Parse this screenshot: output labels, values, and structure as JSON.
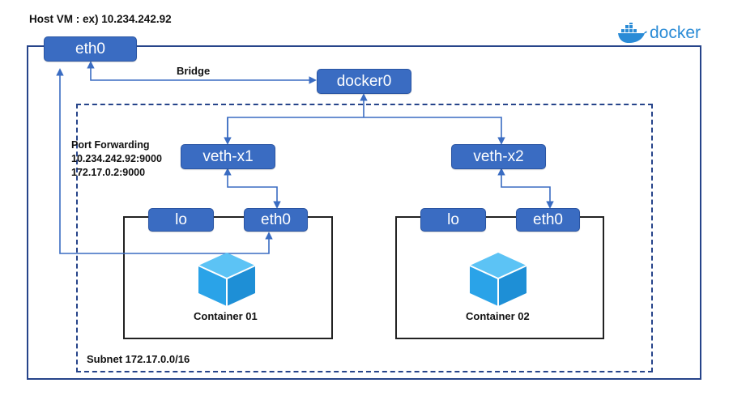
{
  "host": {
    "title": "Host VM : ex) 10.234.242.92",
    "eth0": "eth0"
  },
  "docker_logo": {
    "text": "docker",
    "icon": "docker-whale-icon",
    "color": "#2a8bd6"
  },
  "bridge": {
    "label": "Bridge",
    "docker0": "docker0"
  },
  "port_forwarding": {
    "title": "Port Forwarding",
    "host_addr": "10.234.242.92:9000",
    "container_addr": "172.17.0.2:9000"
  },
  "subnet": {
    "label": "Subnet 172.17.0.0/16"
  },
  "veth": {
    "x1": "veth-x1",
    "x2": "veth-x2"
  },
  "containers": [
    {
      "name": "Container 01",
      "lo": "lo",
      "eth0": "eth0",
      "icon": "cube-icon"
    },
    {
      "name": "Container 02",
      "lo": "lo",
      "eth0": "eth0",
      "icon": "cube-icon"
    }
  ],
  "colors": {
    "node": "#3a6cc2",
    "line": "#3a6cc2",
    "border": "#26448a",
    "cube": "#2aa3e8"
  }
}
